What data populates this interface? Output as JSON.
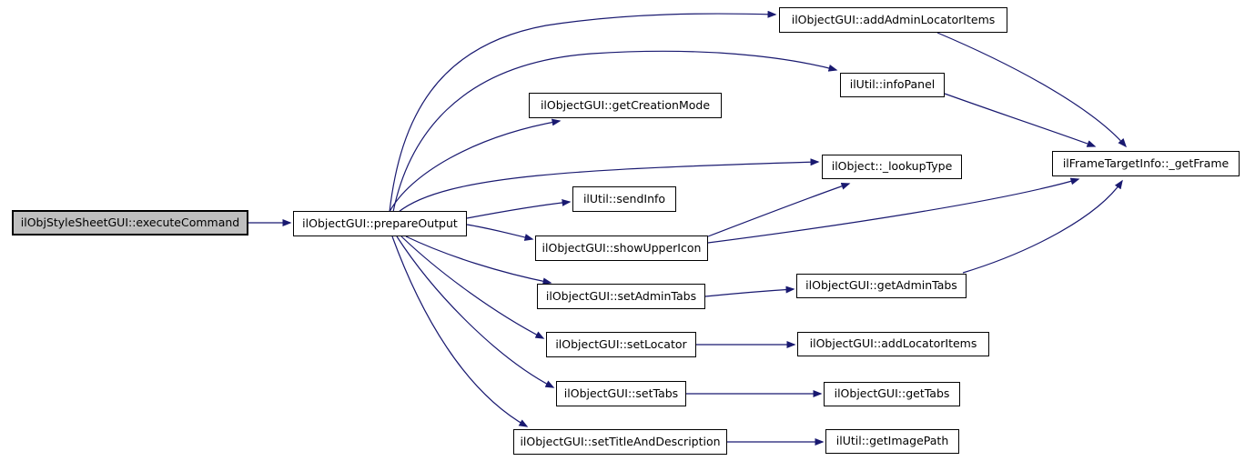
{
  "diagram": {
    "kind": "doxygen-call-graph",
    "colors": {
      "edge": "#191970",
      "node_border": "#000000",
      "node_fill": "#ffffff",
      "selected_node_fill": "#bfbfbf",
      "background": "#ffffff"
    }
  },
  "nodes": {
    "executeCommand": {
      "label": "ilObjStyleSheetGUI::executeCommand",
      "selected": true
    },
    "prepareOutput": {
      "label": "ilObjectGUI::prepareOutput"
    },
    "addAdminLocatorItems": {
      "label": "ilObjectGUI::addAdminLocatorItems"
    },
    "infoPanel": {
      "label": "ilUtil::infoPanel"
    },
    "getCreationMode": {
      "label": "ilObjectGUI::getCreationMode"
    },
    "lookupType": {
      "label": "ilObject::_lookupType"
    },
    "getFrame": {
      "label": "ilFrameTargetInfo::_getFrame"
    },
    "sendInfo": {
      "label": "ilUtil::sendInfo"
    },
    "showUpperIcon": {
      "label": "ilObjectGUI::showUpperIcon"
    },
    "setAdminTabs": {
      "label": "ilObjectGUI::setAdminTabs"
    },
    "getAdminTabs": {
      "label": "ilObjectGUI::getAdminTabs"
    },
    "setLocator": {
      "label": "ilObjectGUI::setLocator"
    },
    "addLocatorItems": {
      "label": "ilObjectGUI::addLocatorItems"
    },
    "setTabs": {
      "label": "ilObjectGUI::setTabs"
    },
    "getTabs": {
      "label": "ilObjectGUI::getTabs"
    },
    "setTitleAndDescription": {
      "label": "ilObjectGUI::setTitleAndDescription"
    },
    "getImagePath": {
      "label": "ilUtil::getImagePath"
    }
  },
  "edges": [
    {
      "from": "executeCommand",
      "to": "prepareOutput"
    },
    {
      "from": "prepareOutput",
      "to": "addAdminLocatorItems"
    },
    {
      "from": "prepareOutput",
      "to": "infoPanel"
    },
    {
      "from": "prepareOutput",
      "to": "getCreationMode"
    },
    {
      "from": "prepareOutput",
      "to": "lookupType"
    },
    {
      "from": "prepareOutput",
      "to": "sendInfo"
    },
    {
      "from": "prepareOutput",
      "to": "showUpperIcon"
    },
    {
      "from": "prepareOutput",
      "to": "setAdminTabs"
    },
    {
      "from": "prepareOutput",
      "to": "setLocator"
    },
    {
      "from": "prepareOutput",
      "to": "setTabs"
    },
    {
      "from": "prepareOutput",
      "to": "setTitleAndDescription"
    },
    {
      "from": "addAdminLocatorItems",
      "to": "getFrame"
    },
    {
      "from": "infoPanel",
      "to": "getFrame"
    },
    {
      "from": "showUpperIcon",
      "to": "lookupType"
    },
    {
      "from": "showUpperIcon",
      "to": "getFrame"
    },
    {
      "from": "setAdminTabs",
      "to": "getAdminTabs"
    },
    {
      "from": "getAdminTabs",
      "to": "getFrame"
    },
    {
      "from": "setLocator",
      "to": "addLocatorItems"
    },
    {
      "from": "setTabs",
      "to": "getTabs"
    },
    {
      "from": "setTitleAndDescription",
      "to": "getImagePath"
    }
  ]
}
